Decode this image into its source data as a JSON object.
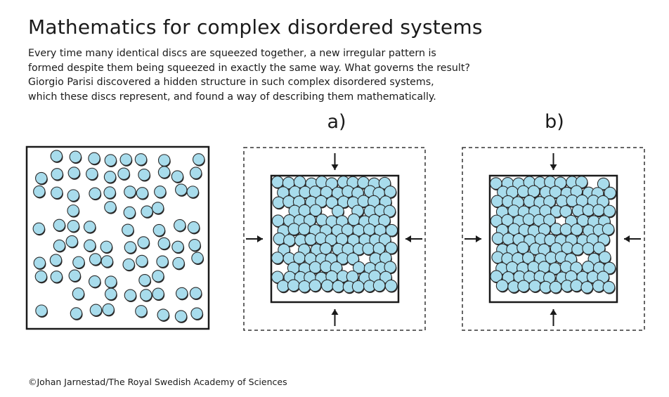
{
  "header": {
    "title": "Mathematics for complex disordered systems",
    "description_lines": [
      "Every time many identical discs are squeezed together, a new irregular pattern is",
      "formed despite them being squeezed in exactly the same way. What governs the result?",
      "Giorgio Parisi discovered a hidden structure in such complex disordered systems,",
      "which these discs represent, and found a way of describing them mathematically."
    ]
  },
  "panels": {
    "a_label": "a)",
    "b_label": "b)"
  },
  "credit": "©Johan Jarnestad/The Royal Swedish Academy of Sciences",
  "colors": {
    "disc_fill": "#a8dcec",
    "disc_shadow": "#2a2a2a",
    "box_stroke": "#1a1a1a",
    "dashed_stroke": "#333333",
    "arrow": "#1a1a1a",
    "text": "#1a1a1a"
  },
  "icons": {
    "squeeze_arrows": "arrow-icon"
  }
}
